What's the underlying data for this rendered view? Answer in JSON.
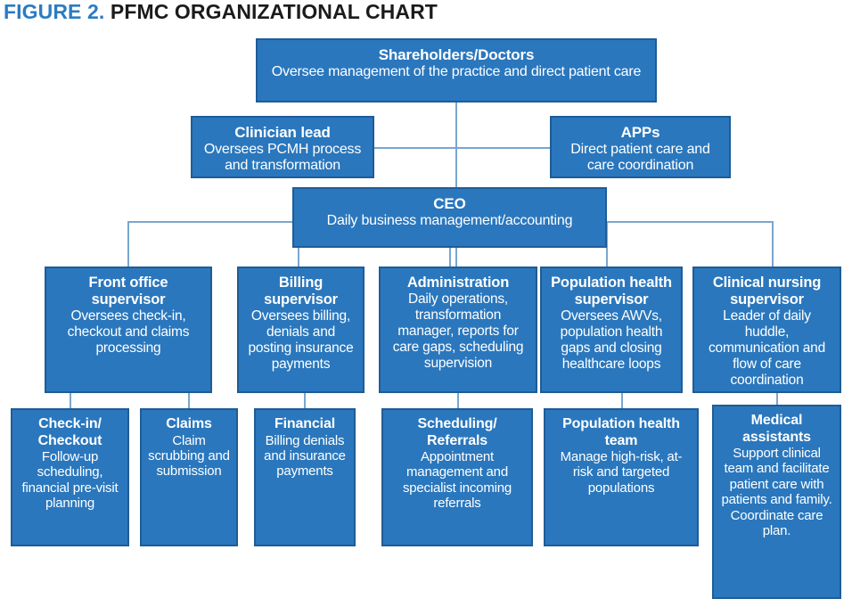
{
  "title": {
    "figure_label": "FIGURE 2.",
    "figure_name": "PFMC ORGANIZATIONAL CHART"
  },
  "colors": {
    "box_fill": "#2a77bd",
    "box_border": "#1f5c96",
    "connector": "#7aa6cf",
    "title_accent": "#2b7cc2",
    "title_text": "#1b1b1b",
    "box_text": "#ffffff",
    "background": "#ffffff"
  },
  "nodes": {
    "shareholders": {
      "title": "Shareholders/Doctors",
      "desc": "Oversee management of the practice and direct patient care"
    },
    "clinician_lead": {
      "title": "Clinician lead",
      "desc": "Oversees PCMH process and transformation"
    },
    "apps": {
      "title": "APPs",
      "desc": "Direct patient care and care coordination"
    },
    "ceo": {
      "title": "CEO",
      "desc": "Daily business management/accounting"
    },
    "front_office_supervisor": {
      "title": "Front office supervisor",
      "desc": "Oversees check-in, checkout and claims processing"
    },
    "billing_supervisor": {
      "title": "Billing supervisor",
      "desc": "Oversees billing, denials and posting insurance payments"
    },
    "administration": {
      "title": "Administration",
      "desc": "Daily operations, transformation manager, reports for care gaps, scheduling supervision"
    },
    "population_health_supervisor": {
      "title": "Population health supervisor",
      "desc": "Oversees AWVs, population health gaps and closing healthcare loops"
    },
    "clinical_nursing_supervisor": {
      "title": "Clinical nursing supervisor",
      "desc": "Leader of daily huddle, communication and flow of care coordination"
    },
    "check_in_checkout": {
      "title": "Check-in/ Checkout",
      "desc": "Follow-up scheduling, financial pre-visit planning"
    },
    "claims": {
      "title": "Claims",
      "desc": "Claim scrubbing and submission"
    },
    "financial": {
      "title": "Financial",
      "desc": "Billing denials and insurance payments"
    },
    "scheduling_referrals": {
      "title": "Scheduling/ Referrals",
      "desc": "Appointment management and specialist incoming referrals"
    },
    "population_health_team": {
      "title": "Population health team",
      "desc": "Manage high-risk, at-risk and targeted populations"
    },
    "medical_assistants": {
      "title": "Medical assistants",
      "desc": "Support clinical team and facilitate patient care with patients and family. Coordinate care plan."
    }
  }
}
